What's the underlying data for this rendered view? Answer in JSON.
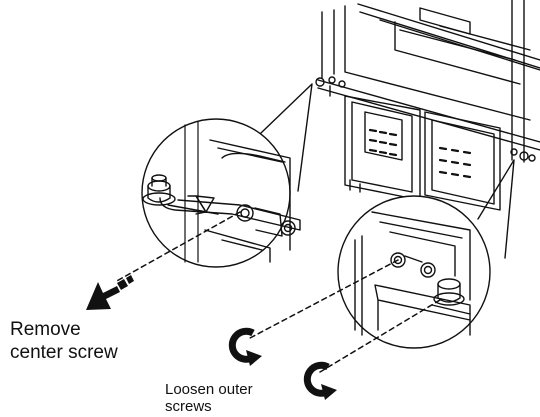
{
  "labels": {
    "remove_line1": "Remove",
    "remove_line2": "center screw",
    "loosen_line1": "Loosen outer",
    "loosen_line2": "screws"
  },
  "colors": {
    "ink": "#111111",
    "paper": "#ffffff",
    "shade": "#d9d9d9"
  },
  "icons": [
    "rotation-arrow-icon",
    "pull-out-arrow-icon",
    "screw-icon"
  ]
}
